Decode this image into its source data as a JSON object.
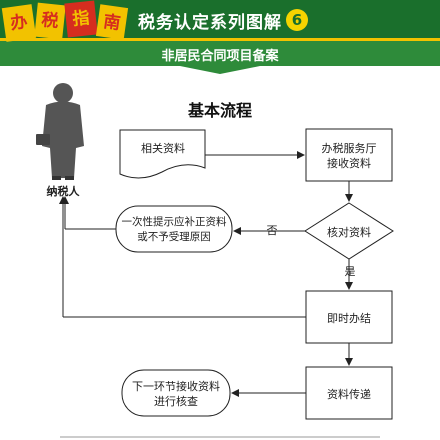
{
  "header": {
    "logo_chars": [
      "办",
      "税",
      "指",
      "南"
    ],
    "series_title": "税务认定系列图解",
    "series_number": "6",
    "subtitle": "非居民合同项目备案"
  },
  "diagram": {
    "title": "基本流程",
    "actor_label": "纳税人",
    "nodes": {
      "docs": "相关资料",
      "hall_line1": "办税服务厅",
      "hall_line2": "接收资料",
      "verify": "核对资料",
      "notify_line1": "一次性提示应补正资料",
      "notify_line2": "或不予受理原因",
      "instant": "即时办结",
      "transfer": "资料传递",
      "next_line1": "下一环节接收资料",
      "next_line2": "进行核查"
    },
    "edge_labels": {
      "no": "否",
      "yes": "是"
    }
  },
  "colors": {
    "banner_green": "#1a6f2c",
    "stripe_green": "#2e8b3a",
    "badge_yellow": "#f5d400",
    "logo_yellow": "#f2c200",
    "logo_red": "#d62d1f"
  }
}
